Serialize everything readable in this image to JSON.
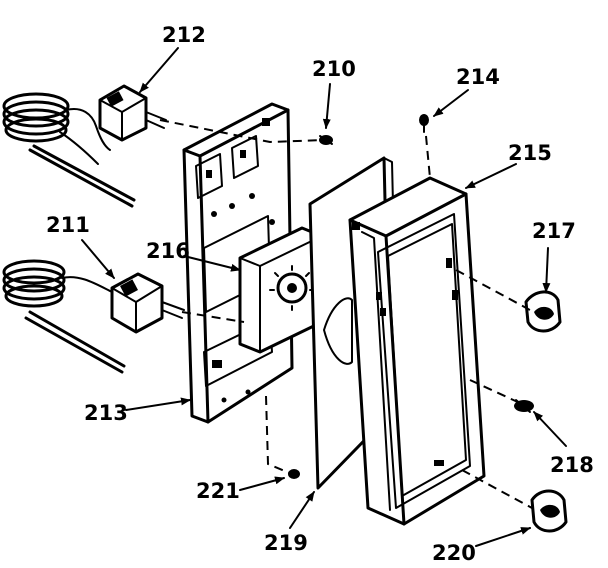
{
  "diagram": {
    "callouts": [
      {
        "id": "c212",
        "text": "212"
      },
      {
        "id": "c210",
        "text": "210"
      },
      {
        "id": "c214",
        "text": "214"
      },
      {
        "id": "c215",
        "text": "215"
      },
      {
        "id": "c211",
        "text": "211"
      },
      {
        "id": "c216",
        "text": "216"
      },
      {
        "id": "c217",
        "text": "217"
      },
      {
        "id": "c213",
        "text": "213"
      },
      {
        "id": "c218",
        "text": "218"
      },
      {
        "id": "c221",
        "text": "221"
      },
      {
        "id": "c219",
        "text": "219"
      },
      {
        "id": "c220",
        "text": "220"
      }
    ]
  }
}
